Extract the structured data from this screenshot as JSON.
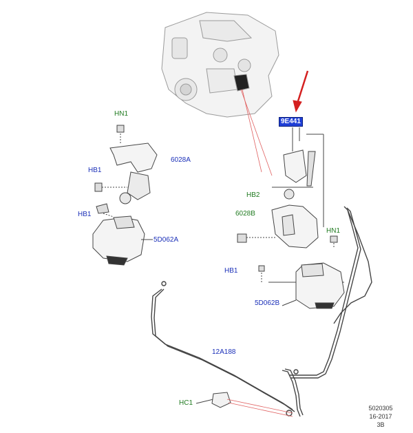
{
  "callouts": {
    "hn1_top": "HN1",
    "hn1_right": "HN1",
    "p6028a": "6028A",
    "hb1_a": "HB1",
    "hb1_b": "HB1",
    "hb1_c": "HB1",
    "p5d062a": "5D062A",
    "boxed_9e441": "9E441",
    "hb2": "HB2",
    "p6028b": "6028B",
    "p5d062b": "5D062B",
    "p12a188": "12A188",
    "hc1": "HC1"
  },
  "reference": {
    "line1": "5020305",
    "line2": "16-2017",
    "line3": "3B"
  },
  "colors": {
    "part_number": "#1a2fb8",
    "fastener": "#1f7a1f",
    "highlight_box": "#1f3fd6",
    "arrow": "#d42020",
    "leader_red": "#e06060"
  }
}
